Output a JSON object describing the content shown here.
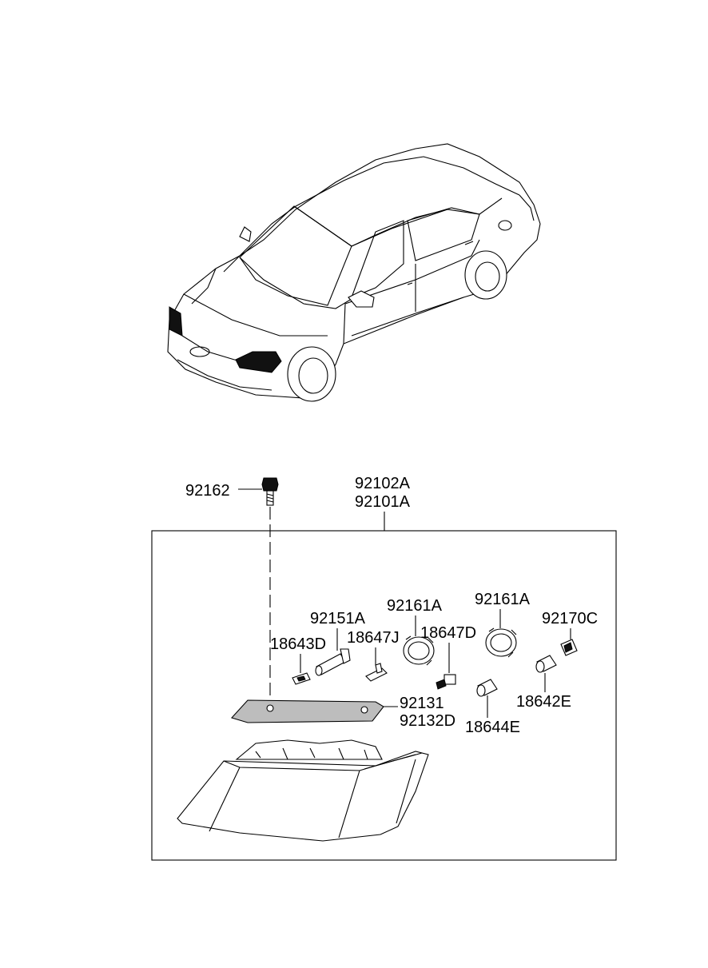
{
  "labels": {
    "p92162": "92162",
    "p92102A": "92102A",
    "p92101A": "92101A",
    "p92151A": "92151A",
    "p92161A_1": "92161A",
    "p92161A_2": "92161A",
    "p92170C": "92170C",
    "p18643D": "18643D",
    "p18647J": "18647J",
    "p18647D": "18647D",
    "p92131": "92131",
    "p92132D": "92132D",
    "p18644E": "18644E",
    "p18642E": "18642E"
  },
  "icons": [
    "car-icon",
    "bolt-icon",
    "bulb-icon",
    "socket-ring-icon",
    "connector-icon",
    "bracket-icon",
    "headlamp-icon"
  ]
}
